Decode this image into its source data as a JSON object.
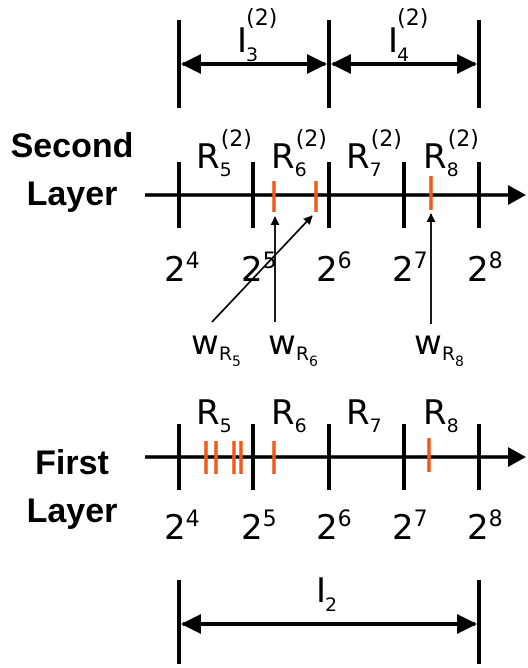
{
  "second_layer": {
    "label_line1": "Second",
    "label_line2": "Layer",
    "ticks": [
      {
        "b": "2",
        "e": "4"
      },
      {
        "b": "2",
        "e": "5"
      },
      {
        "b": "2",
        "e": "6"
      },
      {
        "b": "2",
        "e": "7"
      },
      {
        "b": "2",
        "e": "8"
      }
    ],
    "regions": [
      {
        "b": "R",
        "sub": "5",
        "sup": "(2)"
      },
      {
        "b": "R",
        "sub": "6",
        "sup": "(2)"
      },
      {
        "b": "R",
        "sub": "7",
        "sup": "(2)"
      },
      {
        "b": "R",
        "sub": "8",
        "sup": "(2)"
      }
    ],
    "intervals": [
      {
        "b": "I",
        "sub": "3",
        "sup": "(2)"
      },
      {
        "b": "I",
        "sub": "4",
        "sup": "(2)"
      }
    ],
    "weights": [
      {
        "b": "w",
        "sub": "R",
        "subsub": "5"
      },
      {
        "b": "w",
        "sub": "R",
        "subsub": "6"
      },
      {
        "b": "w",
        "sub": "R",
        "subsub": "8"
      }
    ]
  },
  "first_layer": {
    "label_line1": "First",
    "label_line2": "Layer",
    "ticks": [
      {
        "b": "2",
        "e": "4"
      },
      {
        "b": "2",
        "e": "5"
      },
      {
        "b": "2",
        "e": "6"
      },
      {
        "b": "2",
        "e": "7"
      },
      {
        "b": "2",
        "e": "8"
      }
    ],
    "regions": [
      {
        "b": "R",
        "sub": "5"
      },
      {
        "b": "R",
        "sub": "6"
      },
      {
        "b": "R",
        "sub": "7"
      },
      {
        "b": "R",
        "sub": "8"
      }
    ],
    "interval": {
      "b": "I",
      "sub": "2"
    }
  },
  "colors": {
    "marker": "#f05a1a",
    "line": "#000000"
  }
}
